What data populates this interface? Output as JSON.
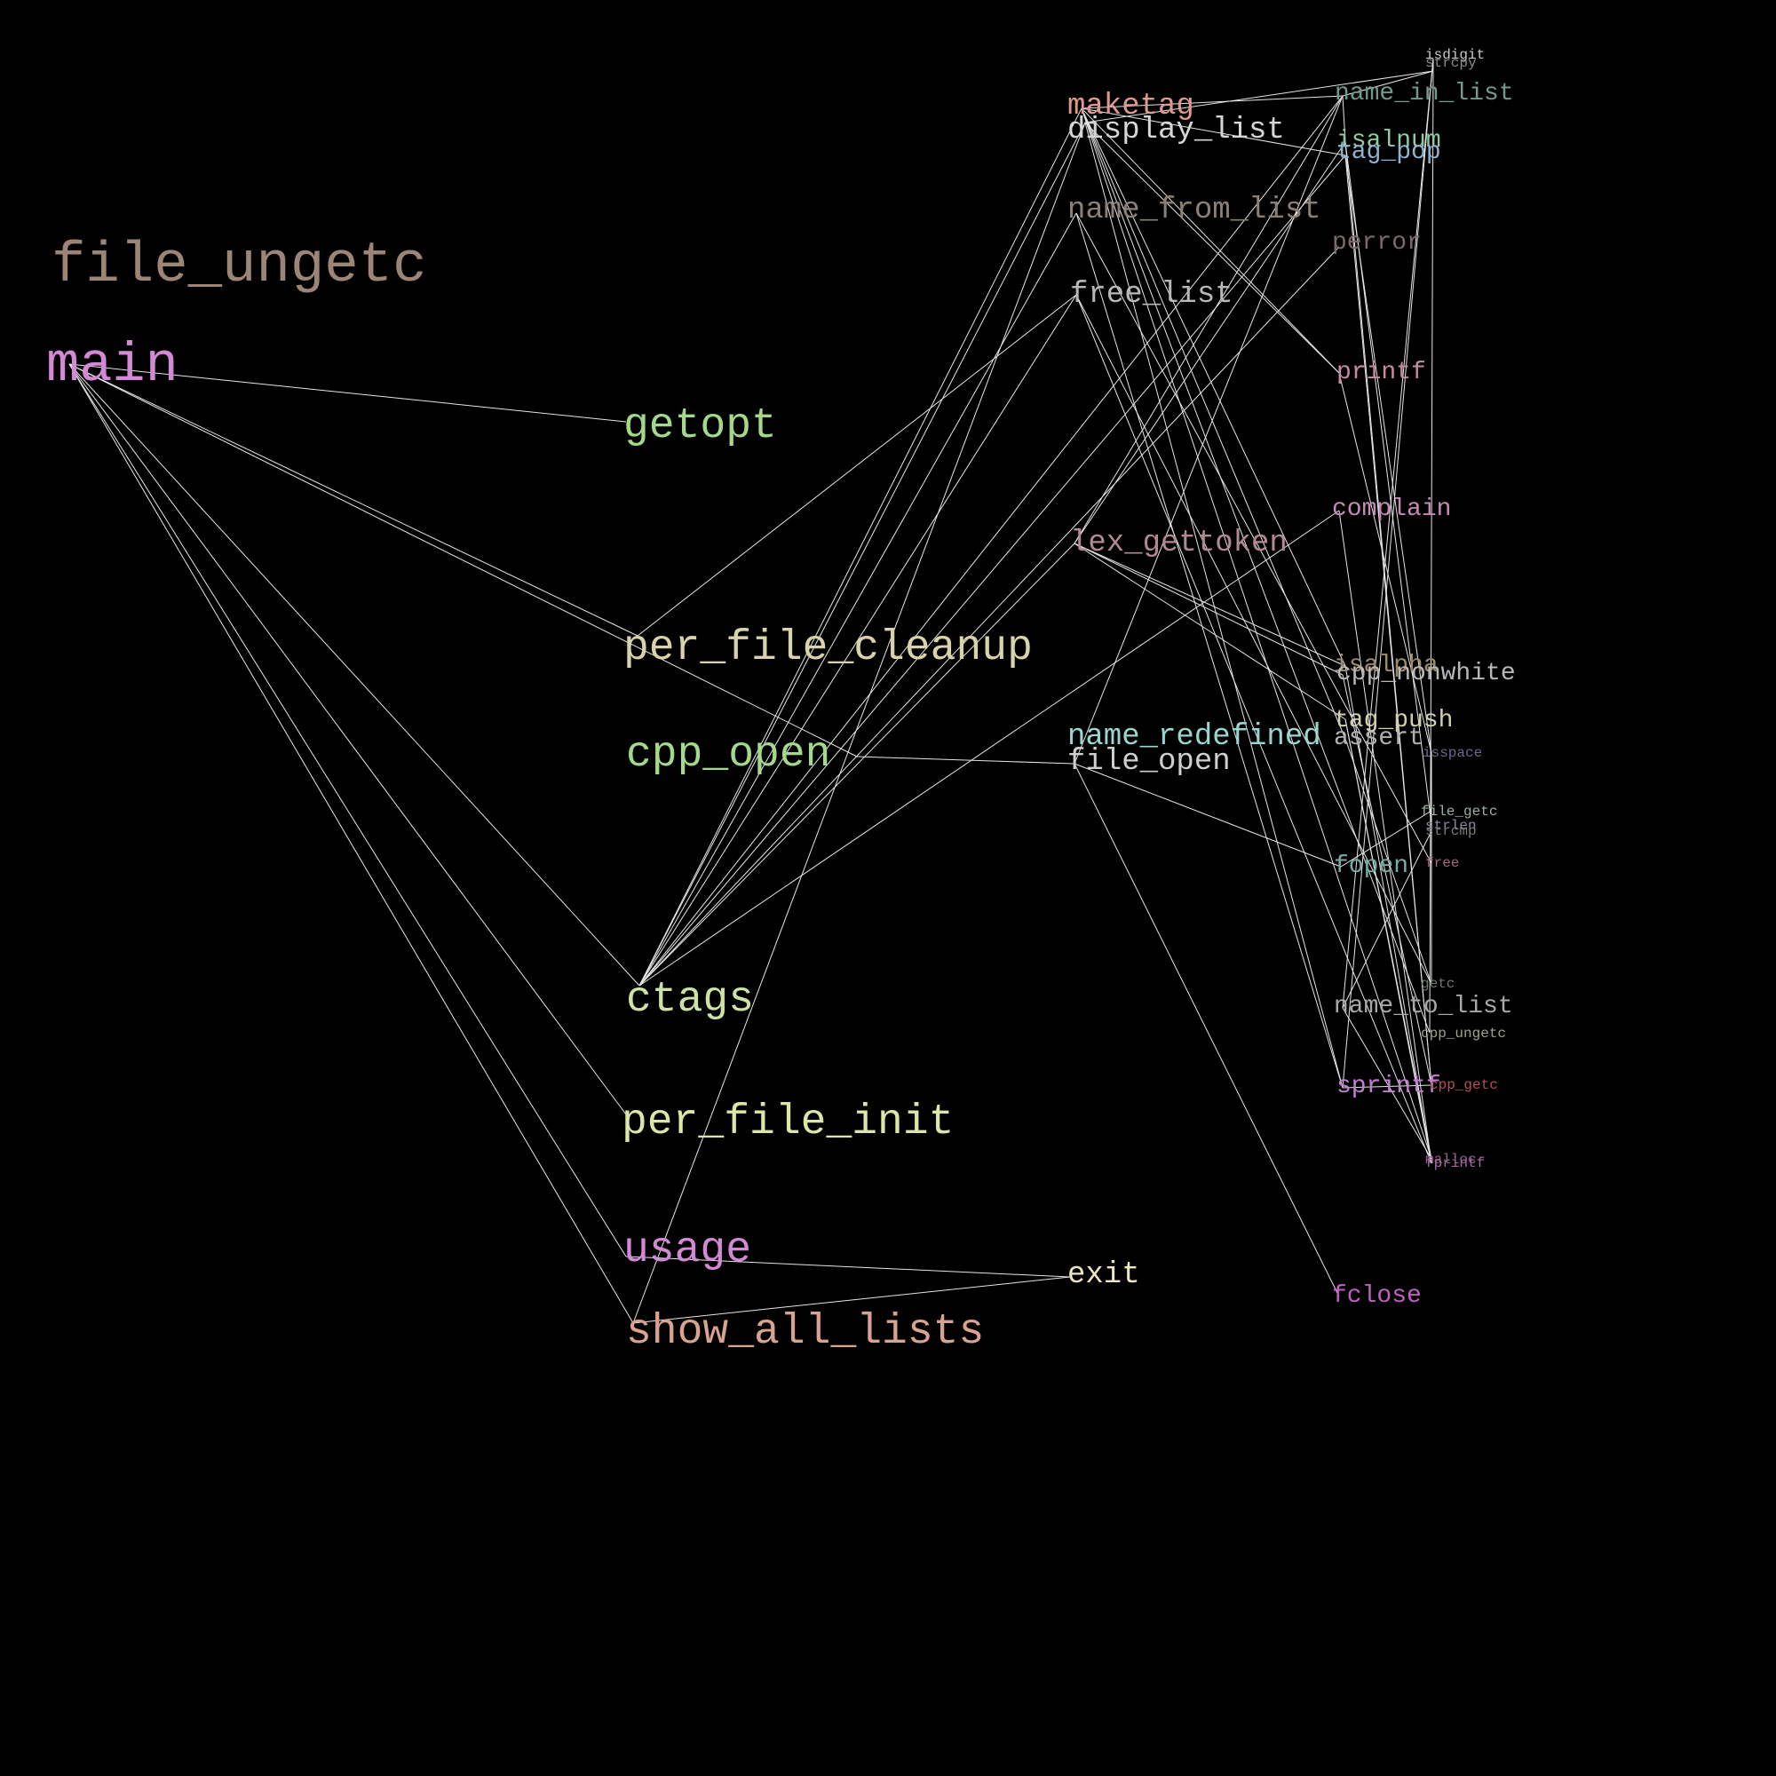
{
  "graph": {
    "nodes": [
      {
        "id": "file_ungetc",
        "label": "file_ungetc",
        "color": "#9c8576"
      },
      {
        "id": "main",
        "label": "main",
        "color": "#d489d6"
      },
      {
        "id": "getopt",
        "label": "getopt",
        "color": "#a3d98a"
      },
      {
        "id": "per_file_cleanup",
        "label": "per_file_cleanup",
        "color": "#d9d3aa"
      },
      {
        "id": "cpp_open",
        "label": "cpp_open",
        "color": "#a3d98a"
      },
      {
        "id": "ctags",
        "label": "ctags",
        "color": "#cfe2a6"
      },
      {
        "id": "per_file_init",
        "label": "per_file_init",
        "color": "#dde6a6"
      },
      {
        "id": "usage",
        "label": "usage",
        "color": "#d489d6"
      },
      {
        "id": "show_all_lists",
        "label": "show_all_lists",
        "color": "#d9a38f"
      },
      {
        "id": "maketag",
        "label": "maketag",
        "color": "#e0998f"
      },
      {
        "id": "display_list",
        "label": "display_list",
        "color": "#d6d6d6"
      },
      {
        "id": "name_from_list",
        "label": "name_from_list",
        "color": "#8a8078"
      },
      {
        "id": "free_list",
        "label": "free_list",
        "color": "#b8b8b8"
      },
      {
        "id": "lex_gettoken",
        "label": "lex_gettoken",
        "color": "#b08a90"
      },
      {
        "id": "name_redefined",
        "label": "name_redefined",
        "color": "#9ad6d0"
      },
      {
        "id": "file_open",
        "label": "file_open",
        "color": "#cfcfcf"
      },
      {
        "id": "exit",
        "label": "exit",
        "color": "#ece8c0"
      },
      {
        "id": "isdigit",
        "label": "isdigit",
        "color": "#c8c8c8"
      },
      {
        "id": "strcpy",
        "label": "strcpy",
        "color": "#8a8a8a"
      },
      {
        "id": "name_in_list",
        "label": "name_in_list",
        "color": "#6f9a8c"
      },
      {
        "id": "isalnum",
        "label": "isalnum",
        "color": "#8fcaa6"
      },
      {
        "id": "tag_pop",
        "label": "tag_pop",
        "color": "#8fb3cf"
      },
      {
        "id": "perror",
        "label": "perror",
        "color": "#7a6a6a"
      },
      {
        "id": "printf",
        "label": "printf",
        "color": "#c68aa3"
      },
      {
        "id": "complain",
        "label": "complain",
        "color": "#c68ab5"
      },
      {
        "id": "isalpha",
        "label": "isalpha",
        "color": "#9c8a6a"
      },
      {
        "id": "cpp_nonwhite",
        "label": "cpp_nonwhite",
        "color": "#b8b8b8"
      },
      {
        "id": "tag_push",
        "label": "tag_push",
        "color": "#d0d0b0"
      },
      {
        "id": "assert",
        "label": "assert",
        "color": "#b0b0b0"
      },
      {
        "id": "isspace",
        "label": "isspace",
        "color": "#6a6a8a"
      },
      {
        "id": "file_getc",
        "label": "file_getc",
        "color": "#9ab0a0"
      },
      {
        "id": "strlen",
        "label": "strlen",
        "color": "#8a8a9a"
      },
      {
        "id": "strcmp",
        "label": "strcmp",
        "color": "#7a7a7a"
      },
      {
        "id": "fopen",
        "label": "fopen",
        "color": "#7aaaa0"
      },
      {
        "id": "free",
        "label": "free",
        "color": "#a06a7a"
      },
      {
        "id": "getc",
        "label": "getc",
        "color": "#6a7a6a"
      },
      {
        "id": "name_to_list",
        "label": "name_to_list",
        "color": "#a8a8a8"
      },
      {
        "id": "cpp_ungetc",
        "label": "cpp_ungetc",
        "color": "#a0a090"
      },
      {
        "id": "sprintf",
        "label": "sprintf",
        "color": "#c080d0"
      },
      {
        "id": "cpp_getc",
        "label": "cpp_getc",
        "color": "#b0505a"
      },
      {
        "id": "malloc",
        "label": "malloc",
        "color": "#9a5a8a"
      },
      {
        "id": "fprintf",
        "label": "fprintf",
        "color": "#a06aa0"
      },
      {
        "id": "fclose",
        "label": "fclose",
        "color": "#c060c0"
      }
    ],
    "edges": [
      [
        "main",
        "getopt"
      ],
      [
        "main",
        "per_file_cleanup"
      ],
      [
        "main",
        "cpp_open"
      ],
      [
        "main",
        "ctags"
      ],
      [
        "main",
        "per_file_init"
      ],
      [
        "main",
        "usage"
      ],
      [
        "main",
        "show_all_lists"
      ],
      [
        "per_file_cleanup",
        "free_list"
      ],
      [
        "cpp_open",
        "file_open"
      ],
      [
        "ctags",
        "maketag"
      ],
      [
        "ctags",
        "display_list"
      ],
      [
        "ctags",
        "name_from_list"
      ],
      [
        "ctags",
        "free_list"
      ],
      [
        "ctags",
        "lex_gettoken"
      ],
      [
        "ctags",
        "tag_pop"
      ],
      [
        "ctags",
        "name_in_list"
      ],
      [
        "ctags",
        "perror"
      ],
      [
        "ctags",
        "complain"
      ],
      [
        "usage",
        "exit"
      ],
      [
        "show_all_lists",
        "exit"
      ],
      [
        "show_all_lists",
        "display_list"
      ],
      [
        "maketag",
        "name_in_list"
      ],
      [
        "maketag",
        "printf"
      ],
      [
        "maketag",
        "isalpha"
      ],
      [
        "maketag",
        "assert"
      ],
      [
        "maketag",
        "cpp_ungetc"
      ],
      [
        "maketag",
        "malloc"
      ],
      [
        "maketag",
        "tag_pop"
      ],
      [
        "display_list",
        "printf"
      ],
      [
        "display_list",
        "sprintf"
      ],
      [
        "display_list",
        "strcpy"
      ],
      [
        "name_from_list",
        "sprintf"
      ],
      [
        "name_from_list",
        "free"
      ],
      [
        "free_list",
        "fprintf"
      ],
      [
        "free_list",
        "getc"
      ],
      [
        "lex_gettoken",
        "cpp_nonwhite"
      ],
      [
        "lex_gettoken",
        "isalpha"
      ],
      [
        "lex_gettoken",
        "name_in_list"
      ],
      [
        "lex_gettoken",
        "tag_push"
      ],
      [
        "lex_gettoken",
        "isalnum"
      ],
      [
        "file_open",
        "fopen"
      ],
      [
        "file_open",
        "fclose"
      ],
      [
        "file_open",
        "name_in_list"
      ],
      [
        "name_in_list",
        "isalnum"
      ],
      [
        "name_in_list",
        "strcpy"
      ],
      [
        "isalnum",
        "strlen"
      ],
      [
        "isalnum",
        "cpp_getc"
      ],
      [
        "tag_pop",
        "cpp_getc"
      ],
      [
        "tag_pop",
        "isspace"
      ],
      [
        "complain",
        "fprintf"
      ],
      [
        "printf",
        "isspace"
      ],
      [
        "fopen",
        "file_getc"
      ],
      [
        "name_to_list",
        "strcmp"
      ],
      [
        "name_to_list",
        "malloc"
      ],
      [
        "name_to_list",
        "isdigit"
      ],
      [
        "sprintf",
        "isdigit"
      ],
      [
        "sprintf",
        "cpp_getc"
      ],
      [
        "tag_push",
        "malloc"
      ],
      [
        "tag_push",
        "fprintf"
      ],
      [
        "cpp_nonwhite",
        "cpp_getc"
      ],
      [
        "assert",
        "getc"
      ],
      [
        "isalpha",
        "fprintf"
      ],
      [
        "isspace",
        "getc"
      ],
      [
        "isdigit",
        "cpp_ungetc"
      ]
    ]
  }
}
